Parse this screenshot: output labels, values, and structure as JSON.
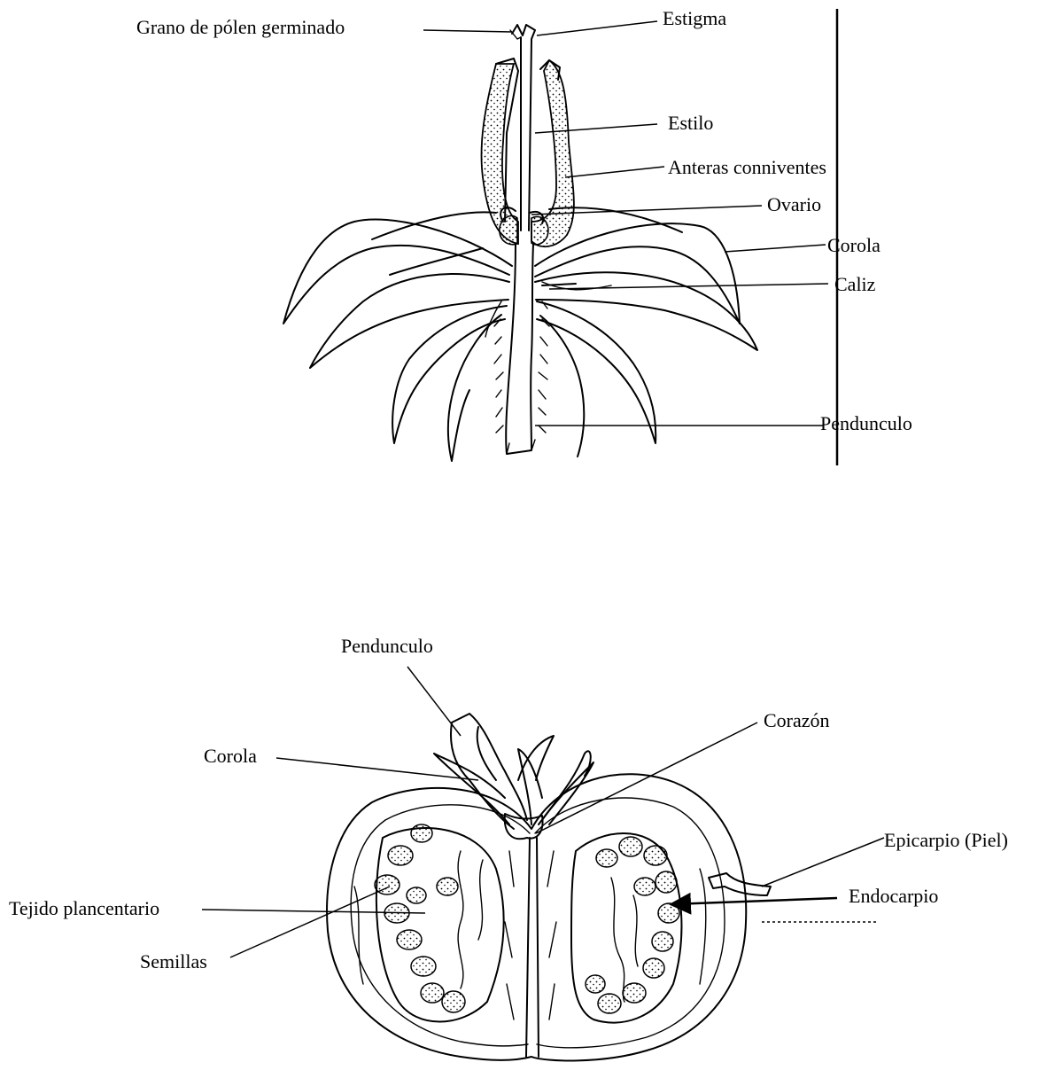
{
  "flower_diagram": {
    "labels": {
      "pollen": "Grano de pólen germinado",
      "stigma": "Estigma",
      "style": "Estilo",
      "anthers": "Anteras conniventes",
      "ovary": "Ovario",
      "corolla": "Corola",
      "calyx": "Caliz",
      "peduncle": "Pendunculo"
    }
  },
  "fruit_diagram": {
    "labels": {
      "peduncle": "Pendunculo",
      "corolla": "Corola",
      "core": "Corazón",
      "epicarp": "Epicarpio (Piel)",
      "placental_tissue": "Tejido plancentario",
      "endocarp": "Endocarpio",
      "seeds": "Semillas"
    }
  },
  "colors": {
    "ink": "#000000",
    "background": "#ffffff"
  }
}
